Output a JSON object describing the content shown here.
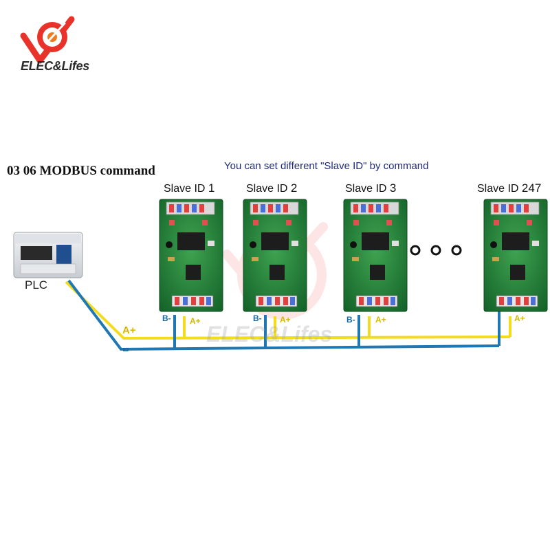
{
  "brand": {
    "name": "ELEC&Lifes",
    "watermark": "ELEC&Lifes",
    "logo_colors": [
      "#e8322a",
      "#f07a1e"
    ]
  },
  "diagram": {
    "command_title": "03 06 MODBUS command",
    "subtitle": "You can set different \"Slave ID\" by command",
    "plc_label": "PLC",
    "bus_a_label": "A+",
    "bus_b_label": "B-",
    "slaves": [
      {
        "prefix": "Slave ID ",
        "id": "1",
        "b_label": "B-",
        "a_label": "A+"
      },
      {
        "prefix": "Slave ID ",
        "id": "2",
        "b_label": "B-",
        "a_label": "A+"
      },
      {
        "prefix": "Slave ID ",
        "id": "3",
        "b_label": "B-",
        "a_label": "A+"
      },
      {
        "prefix": "Slave ID ",
        "id": "247",
        "b_label": "",
        "a_label": "A+"
      }
    ],
    "colors": {
      "wire_a": "#f3dc1e",
      "wire_b": "#1f78b4",
      "pcb": "#1f7a2f",
      "title_blue": "#1f2a7a"
    }
  }
}
